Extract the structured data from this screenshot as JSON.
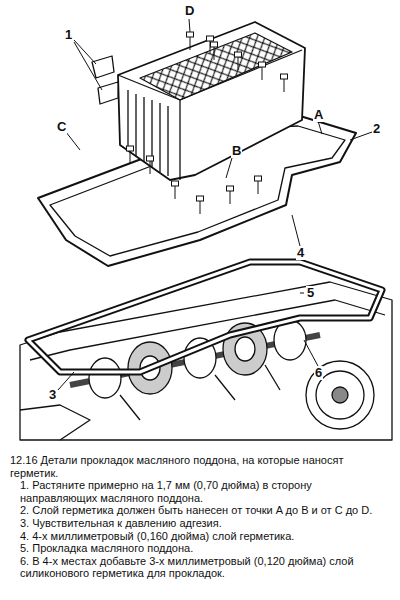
{
  "diagram": {
    "caption": "12.16 Детали прокладок масляного поддона, на которые наносят герметик.",
    "labels": [
      "1",
      "D",
      "2",
      "C",
      "A",
      "B",
      "4",
      "5",
      "6",
      "3",
      "1. Растяните примерно на 1,7 мм (0,70 дюйма) в сторону направляющих масляного поддона.",
      "2. Слой герметика должен быть нанесен от точки A до B и от C до D.",
      "3. Чувствительная к давлению адгезия.",
      "4. 4-х миллиметровый (0,160 дюйма) слой герметика.",
      "5. Прокладка масляного поддона.",
      "6. В 4-х местах добавьте 3-х миллиметровый (0,120 дюйма) слой силиконового герметика для прокладок."
    ]
  }
}
